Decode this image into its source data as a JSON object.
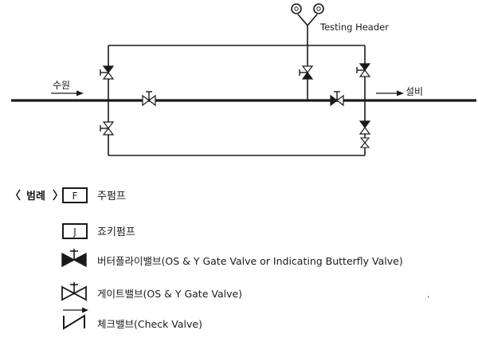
{
  "diagram": {
    "testing_header": "Testing Header",
    "source_label": "수원",
    "equipment_label": "설비"
  },
  "legend": {
    "title": "범례",
    "items": [
      {
        "symbol": "F",
        "label": "주펌프"
      },
      {
        "symbol": "J",
        "label": "죠키펌프"
      },
      {
        "label": "버터플라이밸브(OS & Y Gate Valve or Indicating  Butterfly Valve)"
      },
      {
        "label": "게이트밸브(OS & Y Gate Valve)"
      },
      {
        "label": "체크밸브(Check Valve)"
      }
    ]
  },
  "colors": {
    "line": "#1a1a1a",
    "background": "#ffffff"
  }
}
